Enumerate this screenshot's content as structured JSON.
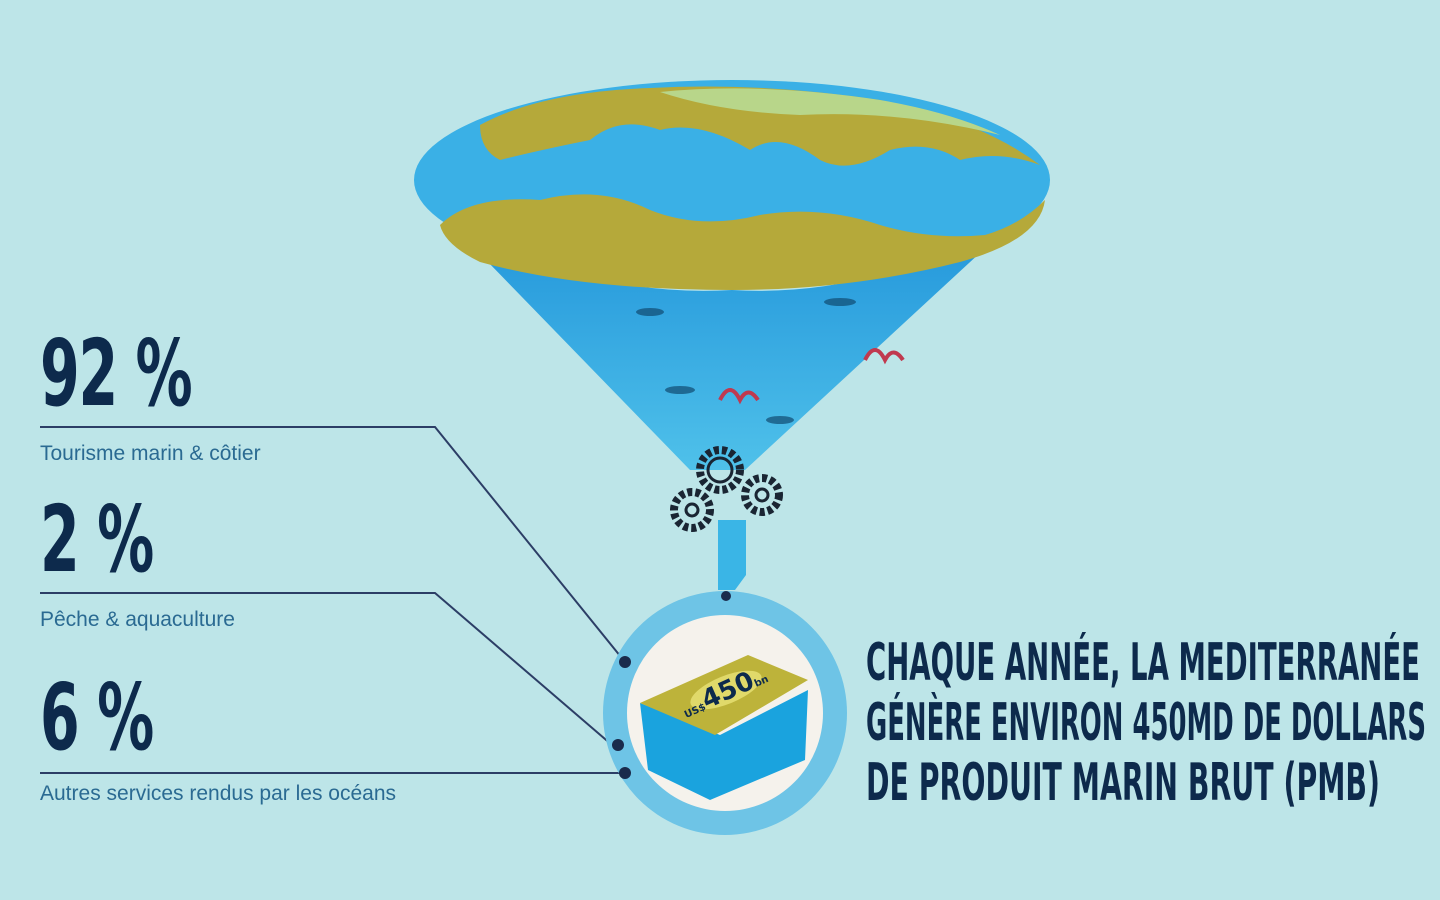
{
  "stats": [
    {
      "value": "92 %",
      "label": "Tourisme marin & côtier"
    },
    {
      "value": "2 %",
      "label": "Pêche & aquaculture"
    },
    {
      "value": "6 %",
      "label": "Autres services rendus par les océans"
    }
  ],
  "badge": {
    "prefix": "US$",
    "amount": "450",
    "suffix": "bn"
  },
  "headline": [
    "CHAQUE ANNÉE, LA MEDITERRANÉE",
    "GÉNÈRE ENVIRON 450MD DE DOLLARS",
    "DE PRODUIT MARIN BRUT (PMB)"
  ],
  "colors": {
    "background": "#bde5e8",
    "navy": "#0d2a4c",
    "ocean": "#1aa3de",
    "land": "#b5a93a"
  }
}
